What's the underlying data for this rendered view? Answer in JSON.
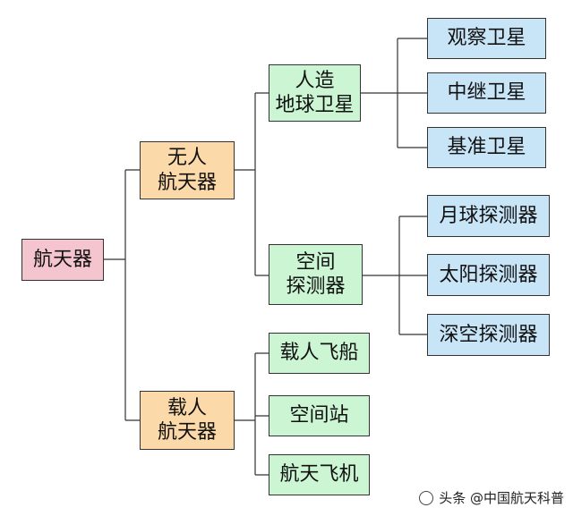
{
  "nodes": {
    "spacecraft": "航天器",
    "unmanned": "无人\n航天器",
    "manned": "载人\n航天器",
    "satellite": "人造\n地球卫星",
    "probe": "空间\n探测器",
    "observation": "观察卫星",
    "relay": "中继卫星",
    "reference": "基准卫星",
    "lunar": "月球探测器",
    "solar": "太阳探测器",
    "deepspace": "深空探测器",
    "spaceship": "载人飞船",
    "station": "空间站",
    "spaceplane": "航天飞机"
  },
  "colors": {
    "root": "#f5c5cf",
    "level1": "#fcd9a8",
    "level2": "#ccf5d4",
    "level3": "#c8e4f7"
  },
  "watermark": {
    "text": "头条 @中国航天科普"
  }
}
